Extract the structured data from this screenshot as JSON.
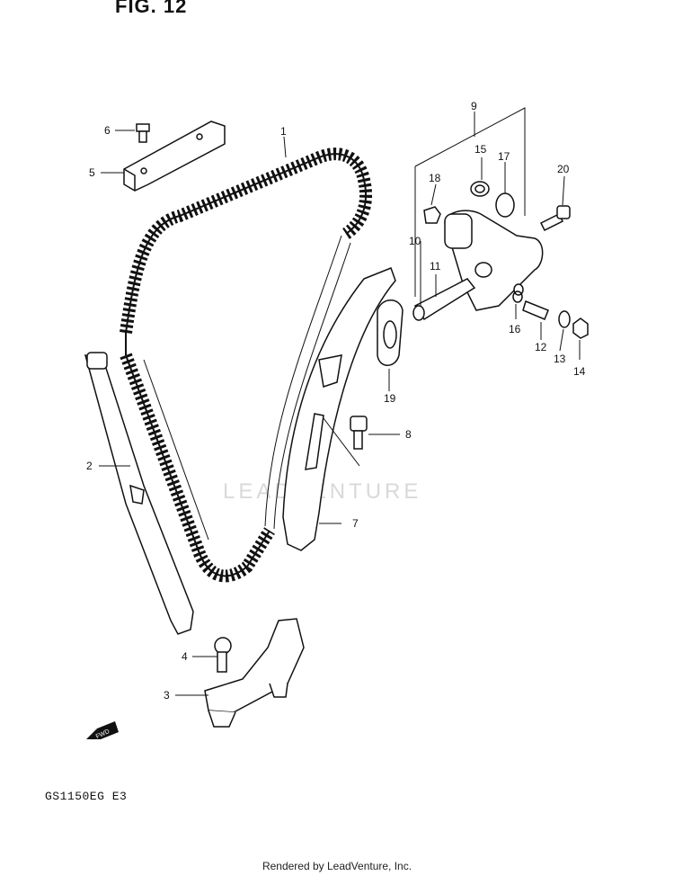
{
  "figure": {
    "title": "FIG. 12",
    "model_code": "GS1150EG E3",
    "footer": "Rendered by LeadVenture, Inc.",
    "watermark": "LEADVENTURE",
    "fwd_label": "FWD"
  },
  "callouts": [
    "1",
    "2",
    "3",
    "4",
    "5",
    "6",
    "7",
    "8",
    "9",
    "10",
    "11",
    "12",
    "13",
    "14",
    "15",
    "16",
    "17",
    "18",
    "19",
    "20"
  ]
}
